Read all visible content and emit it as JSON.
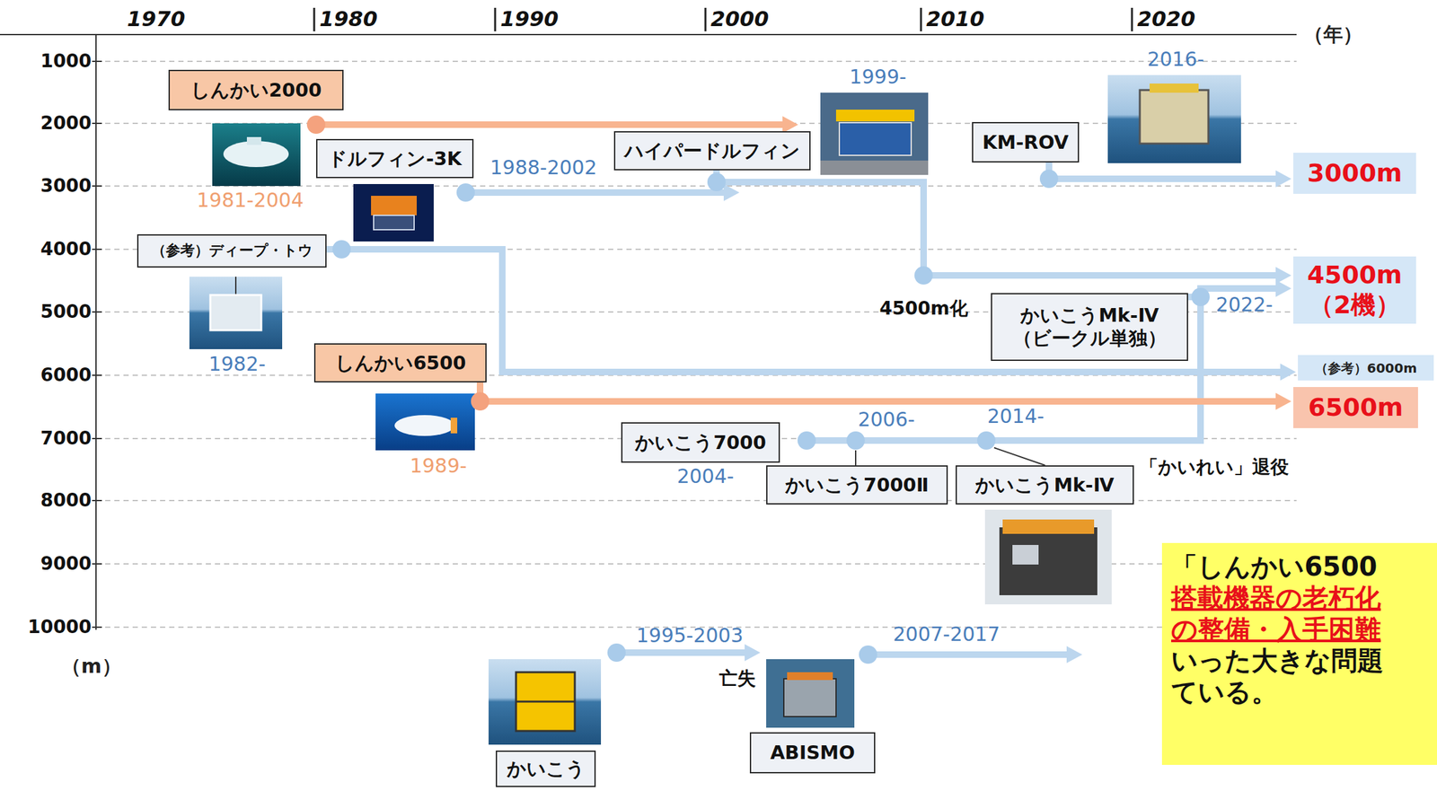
{
  "diagram": {
    "nodes": [
      {
        "text": [
          "しんかい2000"
        ]
      },
      {
        "text": [
          "ドルフィン-3K"
        ]
      },
      {
        "text": [
          "ハイパードルフィン"
        ]
      },
      {
        "text": [
          "KM-ROV"
        ]
      },
      {
        "text": [
          "3000m"
        ]
      },
      {
        "text": [
          "（参考）ディープ・トウ"
        ]
      },
      {
        "text": [
          "4500m （2機）"
        ]
      },
      {
        "text": [
          "かいこうMk-Ⅳ （ビークル単独）"
        ]
      },
      {
        "text": [
          "しんかい6500"
        ]
      },
      {
        "text": [
          "（参考）6000m"
        ]
      },
      {
        "text": [
          "6500m"
        ]
      },
      {
        "text": [
          "かいこう7000"
        ]
      },
      {
        "text": [
          "かいこう7000Ⅱ"
        ]
      },
      {
        "text": [
          "かいこうMk-Ⅳ"
        ]
      },
      {
        "text": [
          "ABISMO"
        ]
      },
      {
        "text": [
          "かいこう"
        ]
      },
      {
        "text": [
          "「しんかい6500",
          "搭載機器の老朽化",
          "の整備・入手困難",
          "いった大きな問題",
          "ている。"
        ]
      }
    ],
    "edges": [
      {
        "from": 3,
        "to": 4,
        "arrow": "to"
      },
      {
        "from": 2,
        "to": 6,
        "arrow": "to"
      },
      {
        "from": 7,
        "to": 6,
        "arrow": "to"
      },
      {
        "from": 5,
        "to": 9,
        "arrow": "to"
      },
      {
        "from": 8,
        "to": 10,
        "arrow": "to"
      }
    ],
    "labels": [
      "1970",
      "1980",
      "1990",
      "2000",
      "2010",
      "2020",
      "（年）",
      "1000",
      "2000",
      "3000",
      "4000",
      "5000",
      "6000",
      "7000",
      "8000",
      "9000",
      "10000",
      "（m）",
      "1981-2004",
      "1988-2002",
      "1999-",
      "2016-",
      "1982-",
      "4500m化",
      "2022-",
      "1989-",
      "2004-",
      "2006-",
      "2014-",
      "「かいれい」退役",
      "1995-2003",
      "2007-2017",
      "亡失"
    ]
  }
}
